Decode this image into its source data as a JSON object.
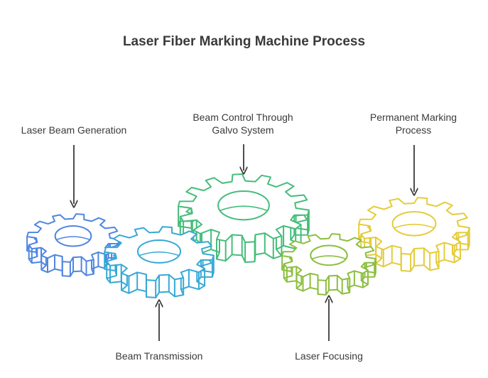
{
  "title": "Laser Fiber Marking Machine Process",
  "steps": [
    {
      "label": "Laser Beam Generation",
      "color": "#4f86e0",
      "arrow": "down"
    },
    {
      "label": "Beam Transmission",
      "color": "#36a9d6",
      "arrow": "up"
    },
    {
      "label": "Beam Control Through\nGalvo System",
      "color": "#45bd7a",
      "arrow": "down"
    },
    {
      "label": "Laser Focusing",
      "color": "#8cbf3f",
      "arrow": "up"
    },
    {
      "label": "Permanent Marking\nProcess",
      "color": "#e4cc3b",
      "arrow": "down"
    }
  ],
  "arrow_color": "#3a3a3a"
}
